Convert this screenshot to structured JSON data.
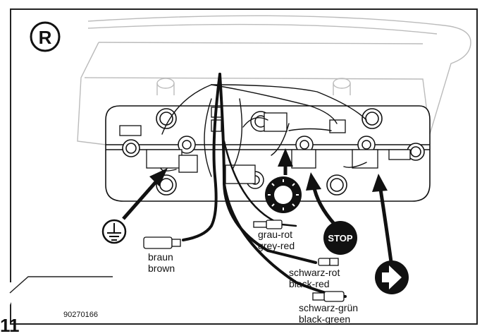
{
  "figure_number": "11",
  "part_code": "90270166",
  "registered_mark": "R",
  "labels": {
    "brown_de": "braun",
    "brown_en": "brown",
    "greyred_de": "grau-rot",
    "greyred_en": "grey-red",
    "blackred_de": "schwarz-rot",
    "blackred_en": "black-red",
    "blackgreen_de": "schwarz-grün",
    "blackgreen_en": "black-green",
    "stop": "STOP"
  },
  "icons": [
    "ground-icon",
    "tail-light-icon",
    "stop-sign-icon",
    "turn-indicator-icon"
  ],
  "colors": {
    "line": "#111111",
    "light_line": "#bbbbbb",
    "background": "#ffffff"
  }
}
